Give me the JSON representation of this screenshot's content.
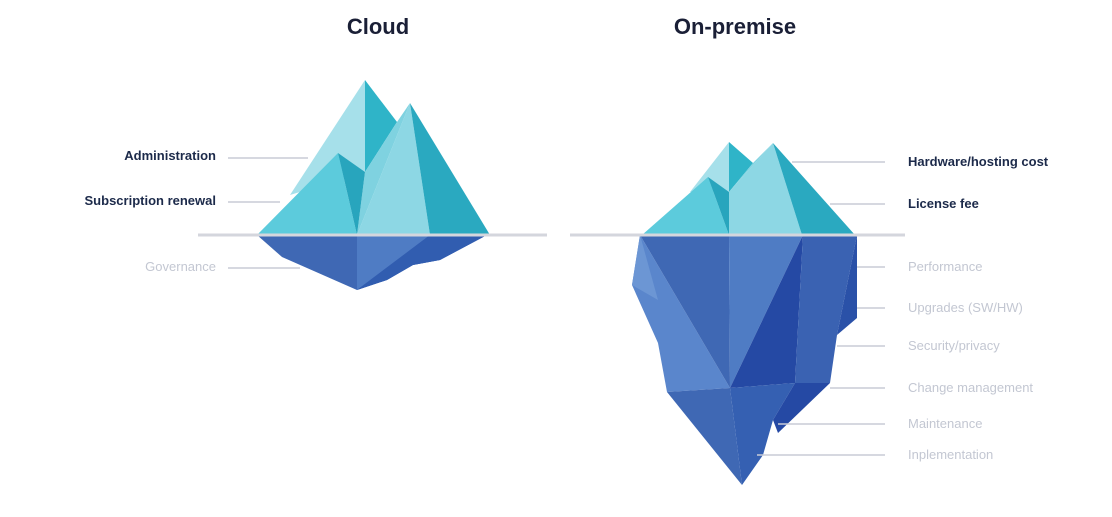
{
  "cloud": {
    "title": "Cloud",
    "above_water": [
      "Administration",
      "Subscription renewal"
    ],
    "below_water": [
      "Governance"
    ]
  },
  "on_premise": {
    "title": "On-premise",
    "above_water": [
      "Hardware/hosting cost",
      "License fee"
    ],
    "below_water": [
      "Performance",
      "Upgrades (SW/HW)",
      "Security/privacy",
      "Change management",
      "Maintenance",
      "Inplementation"
    ]
  },
  "colors": {
    "visible_label": "#1c2a4a",
    "hidden_label": "#c3c7d2",
    "ice_light": "#a6e0ea",
    "ice_mid": "#5ccbdc",
    "ice_dark": "#2aa9c0",
    "underwater_light": "#5a86cc",
    "underwater_mid": "#3f68b4",
    "underwater_dark": "#2549a4"
  }
}
